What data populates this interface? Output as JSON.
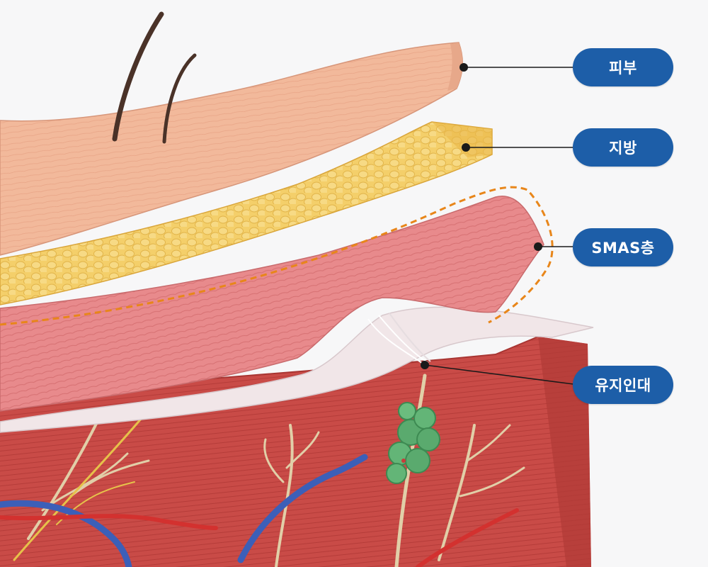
{
  "labels": {
    "skin": "피부",
    "fat": "지방",
    "smas": "SMAS층",
    "ligament": "유지인대"
  },
  "colors": {
    "label_pill": "#1d5ea8",
    "leader_line": "#1a1a1a",
    "smas_highlight": "#e8861a",
    "skin": "#f2b99b",
    "fat": "#f4cf6a",
    "smas": "#e88a8c",
    "muscle": "#c94b47",
    "ligament": "#f1e6e8",
    "gland": "#5aaa6e",
    "vein": "#3c5fb8",
    "artery": "#d3312f",
    "nerve": "#e1cfa8"
  }
}
